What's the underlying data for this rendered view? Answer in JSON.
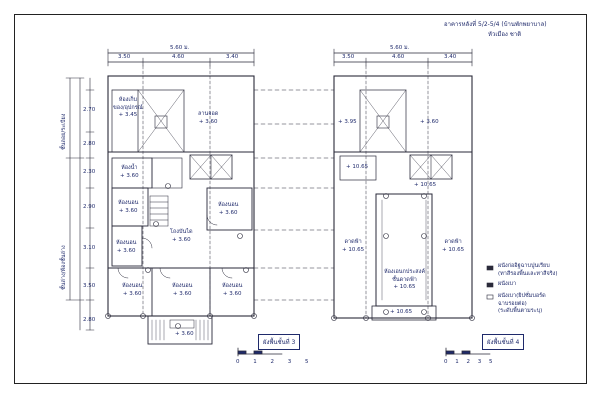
{
  "header": {
    "line1": "อาคารหลังที่ 5/2-5/4 (บ้านพักพยาบาล)",
    "line2": "หัวเมือง ชาติ"
  },
  "floor1": {
    "dims_top": {
      "total": "5.60 ม.",
      "parts": [
        "3.50",
        "4.60",
        "3.40"
      ]
    },
    "dims_left": [
      "2.70",
      "2.80",
      "2.30",
      "2.90",
      "3.10",
      "3.50",
      "2.80"
    ],
    "side_labels": [
      "ชั้นลอย/ระเบียง",
      "ชั้นล่าง/ห้องชั้นล่าง"
    ],
    "rooms": {
      "store": {
        "name": "ห้องเก็บ",
        "sub": "ของ/อุปกรณ์",
        "level": "+ 3.45"
      },
      "upper": {
        "name": "ลานจอด",
        "level": "+ 3.60"
      },
      "bath": {
        "name": "ห้องน้ำ",
        "level": "+ 3.60"
      },
      "bed1": {
        "name": "ห้องนอน",
        "level": "+ 3.60"
      },
      "bed2": {
        "name": "ห้องนอน",
        "level": "+ 3.60"
      },
      "hall": {
        "name": "โถงบันได",
        "level": "+ 3.60"
      },
      "bed3": {
        "name": "ห้องนอน",
        "level": "+ 3.60"
      },
      "bot1": {
        "name": "ห้องนอน",
        "level": "+ 3.60"
      },
      "bot2": {
        "name": "ห้องนอน",
        "level": "+ 3.60"
      },
      "bot3": {
        "name": "ห้องนอน",
        "level": "+ 3.60"
      },
      "porch": {
        "level": "+ 3.60"
      }
    },
    "title": "ผังพื้นชั้นที่ 3",
    "scale_labels": [
      "0",
      "1",
      "2",
      "3",
      "5"
    ]
  },
  "floor2": {
    "dims_top": {
      "total": "5.60 ม.",
      "parts": [
        "3.50",
        "4.60",
        "3.40"
      ]
    },
    "rooms": {
      "left_top": {
        "level": "+ 3.95"
      },
      "center_top": {
        "level": "+ 3.60"
      },
      "left_mid": {
        "level": "+ 10.65"
      },
      "right_mid": {
        "level": "+ 10.65"
      },
      "left_room": {
        "name": "ดาดฟ้า",
        "level": "+ 10.65"
      },
      "right_room": {
        "name": "ดาดฟ้า",
        "level": "+ 10.65"
      },
      "hall": {
        "name": "ห้องเอนกประสงค์",
        "sub": "ชั้นดาดฟ้า",
        "level": "+ 10.65"
      },
      "bottom": {
        "level": "+ 10.65"
      }
    },
    "title": "ผังพื้นชั้นที่ 4",
    "scale_labels": [
      "0",
      "1",
      "2",
      "3",
      "5"
    ]
  },
  "legend": [
    {
      "line1": "ผนังก่ออิฐฉาบปูนเรียบ",
      "line2": "(ทาสีรองพื้นและทาสีจริง)"
    },
    {
      "line1": "ผนังเบา"
    },
    {
      "line1": "ผนังเบา(ยิปซั่มบอร์ด",
      "line2": "ฉาบรอยต่อ)",
      "line3": "(ระดับพื้นตามระบุ)"
    }
  ]
}
